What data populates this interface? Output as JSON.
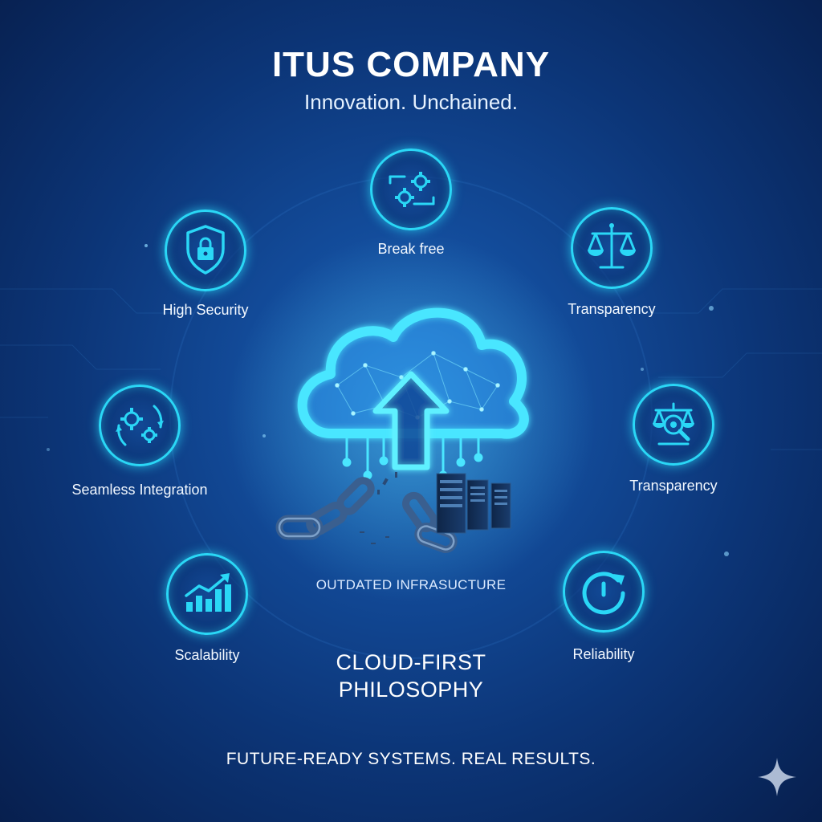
{
  "header": {
    "title": "ITUS COMPANY",
    "tagline": "Innovation. Unchained."
  },
  "features": [
    {
      "label": "Break free",
      "icon": "gears-window-icon"
    },
    {
      "label": "High Security",
      "icon": "shield-lock-icon"
    },
    {
      "label": "Transparency",
      "icon": "scales-icon"
    },
    {
      "label": "Seamless Integration",
      "icon": "gears-cycle-icon"
    },
    {
      "label": "Transparency",
      "icon": "scales-magnifier-icon"
    },
    {
      "label": "Scalability",
      "icon": "growth-chart-icon"
    },
    {
      "label": "Reliability",
      "icon": "refresh-clock-icon"
    }
  ],
  "center": {
    "icon": "cloud-upload-icon",
    "outdated_label": "OUTDATED INFRASUCTURE",
    "philosophy_line1": "CLOUD-FIRST",
    "philosophy_line2": "PHILOSOPHY"
  },
  "footer": {
    "text": "FUTURE-READY SYSTEMS. REAL RESULTS."
  },
  "colors": {
    "accent": "#2ad7f6",
    "background_center": "#1a5fb8",
    "background_edge": "#071f4e"
  }
}
